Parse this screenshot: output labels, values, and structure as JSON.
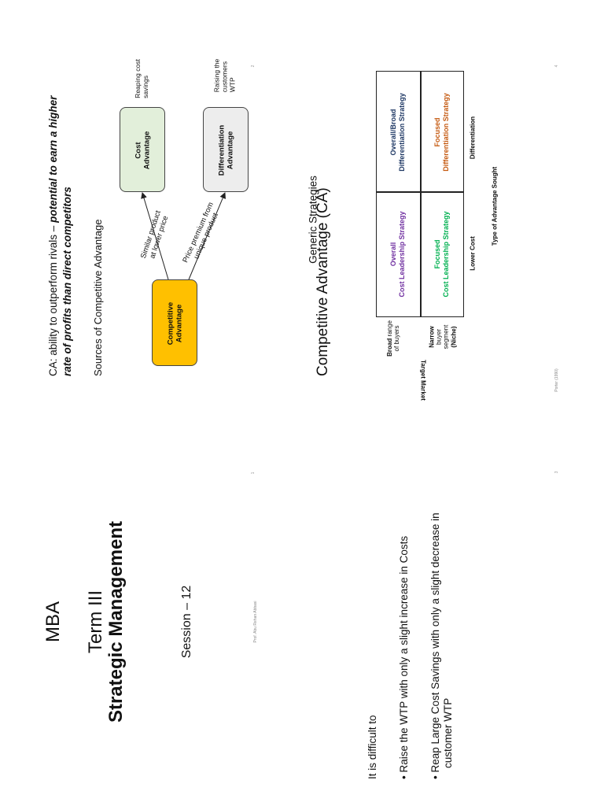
{
  "slide1": {
    "program": "MBA",
    "term": "Term III",
    "course": "Strategic Management",
    "session": "Session – 12",
    "presenter": "Prof. Abu Rehan Abbasi",
    "page_number": "1"
  },
  "slide2": {
    "title": "Competitive Advantage (CA)",
    "definition_plain": "CA: ability to outperform rivals – ",
    "definition_emph_1": "potential to earn a higher",
    "definition_emph_2": "rate of profits than direct competitors",
    "subheading": "Sources of Competitive Advantage",
    "diagram": {
      "center_box": [
        "Competitive",
        "Advantage"
      ],
      "cost_box": [
        "Cost",
        "Advantage"
      ],
      "diff_box": [
        "Differentiation",
        "Advantage"
      ],
      "arrow_upper": [
        "Similar product",
        "at lower price"
      ],
      "arrow_lower": [
        "Price premium from",
        "unique product"
      ],
      "note_cost": [
        "Reaping cost",
        "savings"
      ],
      "note_diff": [
        "Raising the",
        "customers",
        "WTP"
      ]
    },
    "page_number": "2"
  },
  "slide3": {
    "heading": "It is difficult to",
    "bullet1": "• Raise the WTP with only a slight increase in Costs",
    "bullet2_line1": "• Reap Large Cost Savings with only a slight decrease in",
    "bullet2_line2": "customer WTP",
    "page_number": "3"
  },
  "slide4": {
    "title": "Generic Strategies",
    "target_market_label": "Target Market",
    "row_broad_bold": "Broad",
    "row_broad_rest": " range",
    "row_broad_line2": "of buyers",
    "row_narrow_bold_1": "Narrow",
    "row_narrow_line2": "buyer",
    "row_narrow_line3": "segment",
    "row_narrow_line4": "(Niche)",
    "cell_overall_cost": [
      "Overall",
      "Cost Leadership Strategy"
    ],
    "cell_overall_diff": [
      "Overall/Broad",
      "Differentiation Strategy"
    ],
    "cell_focused_cost": [
      "Focused",
      "Cost Leadership Strategy"
    ],
    "cell_focused_diff": [
      "Focused",
      "Differentiation Strategy"
    ],
    "col_lower_cost": "Lower Cost",
    "col_differentiation": "Differentiation",
    "axis_label": "Type of Advantage Sought",
    "source": "Porter (1990)",
    "page_number": "4",
    "colors": {
      "overall_cost": "#7030a0",
      "overall_diff": "#1f3864",
      "focused_cost": "#00b050",
      "focused_diff": "#c55a11"
    }
  },
  "colors": {
    "cost_box_fill": "#e2efda",
    "diff_box_fill": "#ededed",
    "center_box_fill": "#ffc000"
  }
}
